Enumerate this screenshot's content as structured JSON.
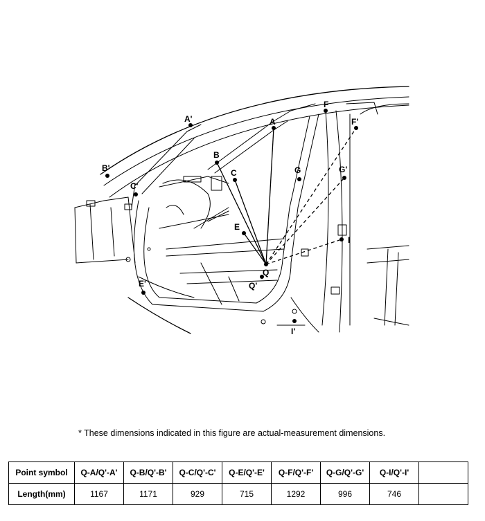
{
  "diagram": {
    "points": [
      "A",
      "A'",
      "B",
      "B'",
      "C",
      "C'",
      "E",
      "E'",
      "F",
      "F'",
      "G",
      "G'",
      "I",
      "I'",
      "Q",
      "Q'"
    ]
  },
  "note": "*  These dimensions indicated in this figure are actual-measurement dimensions.",
  "table": {
    "header": [
      "Point symbol",
      "Q-A/Q'-A'",
      "Q-B/Q'-B'",
      "Q-C/Q'-C'",
      "Q-E/Q'-E'",
      "Q-F/Q'-F'",
      "Q-G/Q'-G'",
      "Q-I/Q'-I'",
      ""
    ],
    "row": [
      "Length(mm)",
      "1167",
      "1171",
      "929",
      "715",
      "1292",
      "996",
      "746",
      ""
    ]
  }
}
